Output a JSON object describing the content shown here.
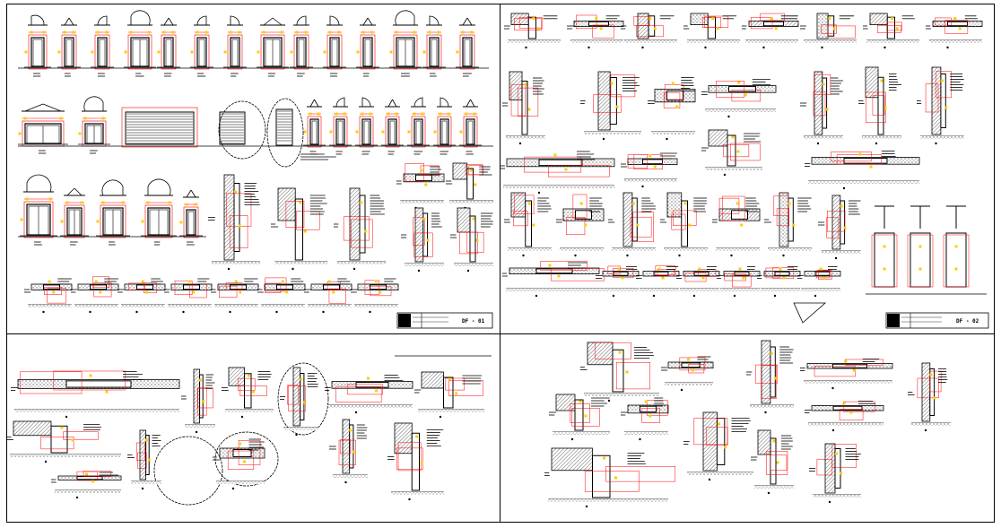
{
  "drawing": {
    "sheets": [
      {
        "id": "top-left",
        "title_code": "DF - 01",
        "has_title_block": true
      },
      {
        "id": "top-right",
        "title_code": "DF - 02",
        "has_title_block": true
      },
      {
        "id": "bottom-left",
        "title_code": "",
        "has_title_block": false
      },
      {
        "id": "bottom-right",
        "title_code": "",
        "has_title_block": false
      }
    ],
    "colors": {
      "line": "#000000",
      "dimension": "#ff0000",
      "marker": "#ffcc00",
      "hatch": "#555555",
      "background": "#ffffff"
    }
  }
}
